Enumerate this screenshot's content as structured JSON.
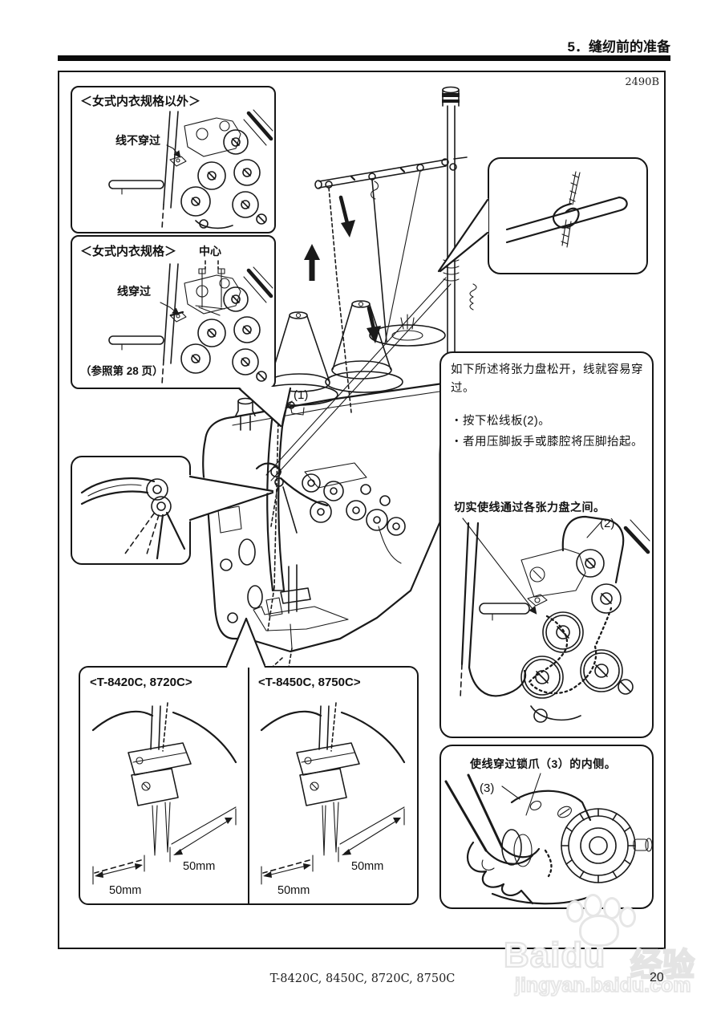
{
  "header": {
    "title": "5．缝纫前的准备"
  },
  "figure_code": "2490B",
  "callout_a": {
    "title": "＜女式内衣规格以外＞",
    "label": "线不穿过"
  },
  "callout_b": {
    "title": "＜女式内衣规格＞",
    "center_label": "中心",
    "label": "线穿过",
    "ref": "（参照第 28 页）"
  },
  "instructions": {
    "intro": "如下所述将张力盘松开，线就容易穿过。",
    "bullets": [
      "・按下松线板(2)。",
      "・者用压脚扳手或膝腔将压脚抬起。"
    ],
    "tension_caption": "切实使线通过各张力盘之间。",
    "claw_caption": "使线穿过锁爪（3）的内侧。"
  },
  "part_labels": {
    "p1": "(1)",
    "p2": "(2)",
    "p3": "(3)"
  },
  "model_boxes": {
    "left": "<T-8420C, 8720C>",
    "right": "<T-8450C, 8750C>",
    "dim": "50mm"
  },
  "footer": {
    "models": "T-8420C, 8450C, 8720C, 8750C",
    "page": "20"
  },
  "watermark": {
    "brand": "Baidu",
    "brand_suffix": "经验",
    "url": "jingyan.baidu.com"
  }
}
